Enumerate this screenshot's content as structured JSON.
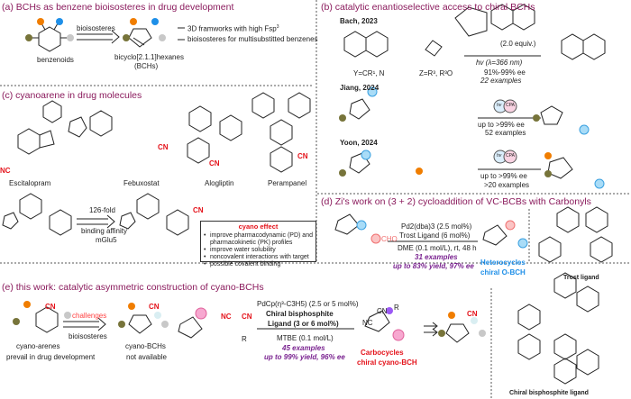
{
  "sections": {
    "a": {
      "title": "(a) BCHs as benzene bioisosteres in drug development",
      "left_label": "benzenoids",
      "arrow_label": "bioisosteres",
      "right_label_1": "bicyclo[2.1.1]hexanes",
      "right_label_2": "(BCHs)",
      "bullet_1": "3D framworks with high Fsp",
      "bullet_1_sup": "3",
      "bullet_2": "bioisosteres for multisubstitted benzenes"
    },
    "b": {
      "title": "(b) catalytic enantioselective access to chiral BCHs",
      "bach": {
        "author": "Bach, 2023",
        "reagent_1_label": "Y=CR¹, N",
        "reagent_2_label": "Z=R³, R³O",
        "catalyst_equiv": "(2.0 equiv.)",
        "conditions": "hv (λ=366 nm)",
        "ee": "91%-99% ee",
        "examples": "22 examples"
      },
      "jiang": {
        "author": "Jiang, 2024",
        "ee": "up to >99% ee",
        "examples": "52 examples"
      },
      "yoon": {
        "author": "Yoon, 2024",
        "ee": "up to >99% ee",
        "examples": ">20 examples"
      },
      "catalyst_badges": [
        "hv",
        "CPA"
      ]
    },
    "c": {
      "title": "(c) cyanoarene in drug molecules",
      "drugs": [
        "Escitalopram",
        "Febuxostat",
        "Alogliptin",
        "Perampanel"
      ],
      "fold_label": "126-fold",
      "affinity_1": "binding affinity",
      "affinity_2": "mGlu5",
      "cyano_effect": {
        "title": "cyano effect",
        "items": [
          "improve pharmacodynamic (PD) and pharmacokinetic (PK) profiles",
          "improve water solubility",
          "noncovalent interactions with target",
          "possible covalent binding"
        ]
      }
    },
    "d": {
      "title": "(d) Zi's work on (3 + 2) cycloaddition of VC-BCBs with Carbonyls",
      "cond_1": "Pd2(dba)3 (2.5 mol%)",
      "cond_2": "Trost Ligand (6 mol%)",
      "cond_3": "DME (0.1 mol/L), rt, 48 h",
      "examples": "31 examples",
      "yield": "up to 83% yield, 97% ee",
      "product_1": "Heterocycles",
      "product_2": "chiral O-BCH",
      "aldehyde": "CHO",
      "ligand_label": "Trost ligand"
    },
    "e": {
      "title": "(e) this work: catalytic asymmetric construction of cyano-BCHs",
      "left_1": "cyano-arenes",
      "left_2": "prevail in drug development",
      "challenges": "challenges",
      "bioisosteres": "bioisosteres",
      "mid_1": "cyano-BCHs",
      "mid_2": "not available",
      "cond_1": "PdCp(η³-C3H5) (2.5 or 5 mol%)",
      "cond_2": "Chiral bisphosphite",
      "cond_3": "Ligand (3 or 6 mol%)",
      "cond_4": "MTBE (0.1 mol/L)",
      "examples": "45 examples",
      "yield": "up to 99% yield, 96% ee",
      "product_1": "Carbocycles",
      "product_2": "chiral cyano-BCH",
      "ligand_label": "Chiral bisphosphite ligand",
      "cn": "CN",
      "nc": "NC",
      "r": "R"
    }
  },
  "colors": {
    "heading": "#8a1a5c",
    "cyano": "#e4131b",
    "highlight": "#7a2390",
    "blue_sub": "#2a9df4",
    "orange_sub": "#f07d00",
    "olive_sub": "#77743a",
    "gray_sub": "#c8c8c8",
    "pink_sub": "#f48fb1",
    "salmon_sub": "#f5a0a0",
    "purple_sub": "#9b59f5"
  }
}
